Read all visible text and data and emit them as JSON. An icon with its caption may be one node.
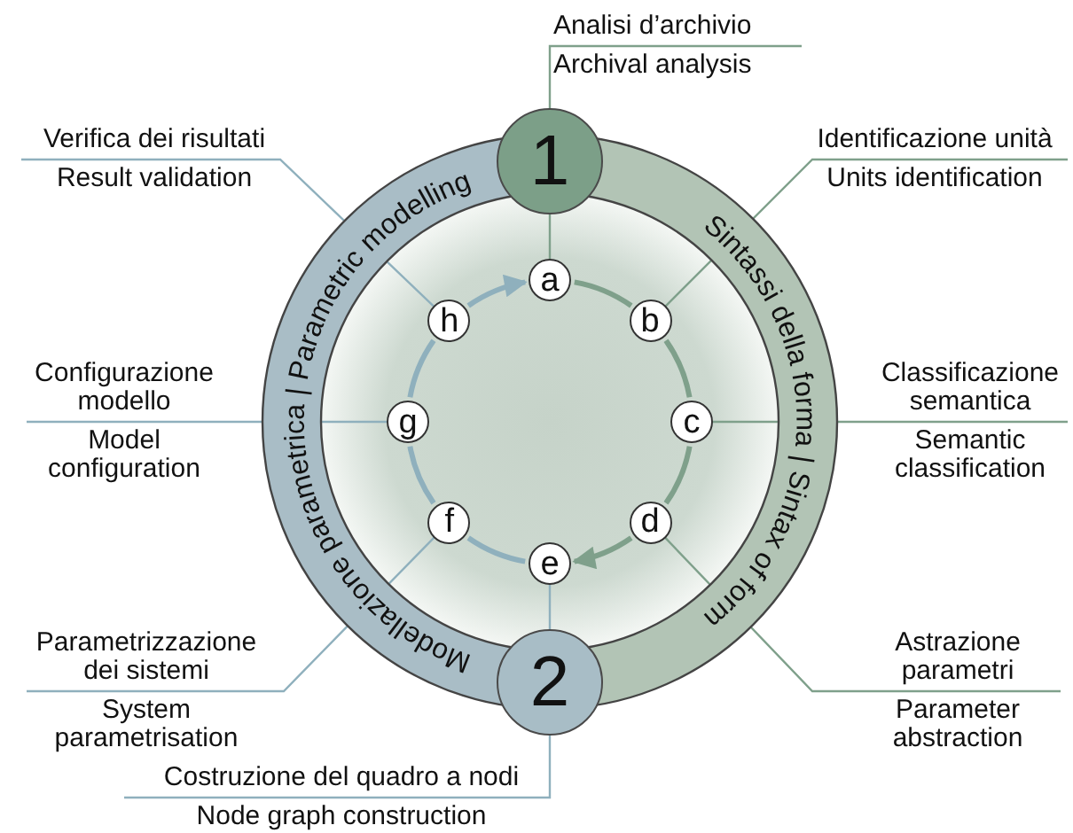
{
  "diagram": {
    "nodes": [
      {
        "text": [
          "1"
        ]
      },
      {
        "text": [
          "Sintassi della forma | Sintax of form"
        ]
      },
      {
        "text": [
          "Modellazione parametrica | Parametric modelling"
        ]
      },
      {
        "text": [
          "2"
        ]
      },
      {
        "text": [
          "a"
        ]
      },
      {
        "text": [
          "b"
        ]
      },
      {
        "text": [
          "c"
        ]
      },
      {
        "text": [
          "d"
        ]
      },
      {
        "text": [
          "e"
        ]
      },
      {
        "text": [
          "f"
        ]
      },
      {
        "text": [
          "g"
        ]
      },
      {
        "text": [
          "h"
        ]
      },
      {
        "text": [
          "Analisi d’archivio",
          "Archival analysis"
        ]
      },
      {
        "text": [
          "Identificazione unità",
          "Units identification"
        ]
      },
      {
        "text": [
          "Classificazione semantica",
          "Semantic classification"
        ]
      },
      {
        "text": [
          "Astrazione parametri",
          "Parameter abstraction"
        ]
      },
      {
        "text": [
          "Costruzione del quadro a nodi",
          "Node graph construction"
        ]
      },
      {
        "text": [
          "Parametrizzazione dei sistemi",
          "System parametrisation"
        ]
      },
      {
        "text": [
          "Configurazione modello",
          "Model configuration"
        ]
      },
      {
        "text": [
          "Verifica dei risultati",
          "Result validation"
        ]
      }
    ],
    "edges": [
      {
        "from": 12,
        "to": 4,
        "arrow": "none",
        "color": "#7fa08b"
      },
      {
        "from": 13,
        "to": 5,
        "arrow": "none",
        "color": "#7fa08b"
      },
      {
        "from": 14,
        "to": 6,
        "arrow": "none",
        "color": "#7fa08b"
      },
      {
        "from": 15,
        "to": 7,
        "arrow": "none",
        "color": "#7fa08b"
      },
      {
        "from": 16,
        "to": 8,
        "arrow": "none",
        "color": "#8fb0bd"
      },
      {
        "from": 17,
        "to": 9,
        "arrow": "none",
        "color": "#8fb0bd"
      },
      {
        "from": 18,
        "to": 10,
        "arrow": "none",
        "color": "#8fb0bd"
      },
      {
        "from": 19,
        "to": 11,
        "arrow": "none",
        "color": "#8fb0bd"
      },
      {
        "from": 4,
        "to": 5,
        "arrow": "none",
        "style": "thick",
        "color": "#7fa08b"
      },
      {
        "from": 5,
        "to": 6,
        "arrow": "none",
        "style": "thick",
        "color": "#7fa08b"
      },
      {
        "from": 6,
        "to": 7,
        "arrow": "none",
        "style": "thick",
        "color": "#7fa08b"
      },
      {
        "from": 7,
        "to": 8,
        "arrow": "to",
        "style": "thick",
        "color": "#7fa08b"
      },
      {
        "from": 8,
        "to": 9,
        "arrow": "none",
        "style": "thick",
        "color": "#8fb0bd"
      },
      {
        "from": 9,
        "to": 10,
        "arrow": "none",
        "style": "thick",
        "color": "#8fb0bd"
      },
      {
        "from": 10,
        "to": 11,
        "arrow": "none",
        "style": "thick",
        "color": "#8fb0bd"
      },
      {
        "from": 11,
        "to": 4,
        "arrow": "to",
        "style": "thick",
        "color": "#8fb0bd"
      }
    ]
  }
}
